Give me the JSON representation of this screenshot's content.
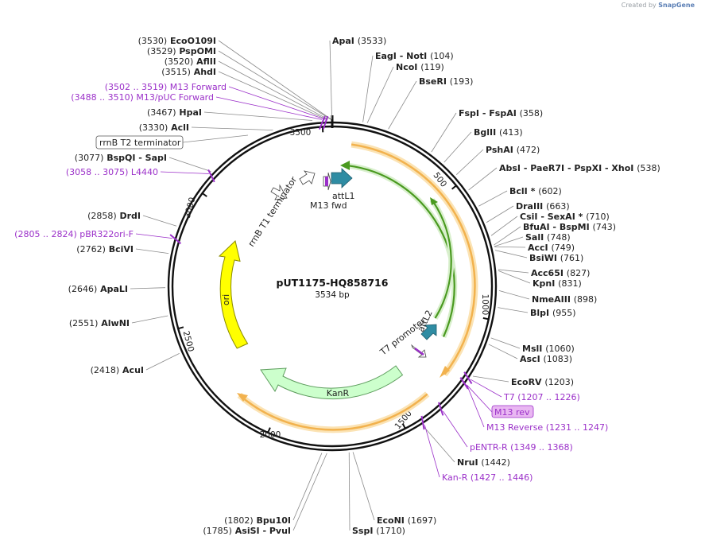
{
  "credit": {
    "prefix": "Created by",
    "brand": "SnapGene"
  },
  "plasmid": {
    "name": "pUT1175-HQ858716",
    "size_label": "3534 bp",
    "length": 3534
  },
  "ticks": [
    {
      "pos": 500,
      "label": "500"
    },
    {
      "pos": 1000,
      "label": "1000"
    },
    {
      "pos": 1500,
      "label": "1500"
    },
    {
      "pos": 2000,
      "label": "2000"
    },
    {
      "pos": 2500,
      "label": "2500"
    },
    {
      "pos": 3000,
      "label": "3000"
    },
    {
      "pos": 3500,
      "label": "3500"
    }
  ],
  "sites": [
    {
      "label": "(3530)  EcoO109I",
      "pos": 3530,
      "side": "left"
    },
    {
      "label": "(3529)  PspOMI",
      "pos": 3529,
      "side": "left"
    },
    {
      "label": "(3520)  AflII",
      "pos": 3520,
      "side": "left"
    },
    {
      "label": "(3515)  AhdI",
      "pos": 3515,
      "side": "left"
    },
    {
      "label": "(3467)  HpaI",
      "pos": 3467,
      "side": "left"
    },
    {
      "label": "(3330)  AclI",
      "pos": 3330,
      "side": "left"
    },
    {
      "label": "(3077)  BspQI  - SapI",
      "pos": 3077,
      "side": "left"
    },
    {
      "label": "(2858)  DrdI",
      "pos": 2858,
      "side": "left"
    },
    {
      "label": "(2762)  BciVI",
      "pos": 2762,
      "side": "left"
    },
    {
      "label": "(2646)  ApaLI",
      "pos": 2646,
      "side": "left"
    },
    {
      "label": "(2551)  AlwNI",
      "pos": 2551,
      "side": "left"
    },
    {
      "label": "(2418)  AcuI",
      "pos": 2418,
      "side": "left"
    },
    {
      "label": "(1802)  Bpu10I",
      "pos": 1802,
      "side": "left"
    },
    {
      "label": "(1785)  AsiSI  - PvuI",
      "pos": 1785,
      "side": "left"
    },
    {
      "label": "ApaI   (3533)",
      "pos": 3533,
      "side": "right"
    },
    {
      "label": "EagI  - NotI   (104)",
      "pos": 104,
      "side": "right"
    },
    {
      "label": "NcoI   (119)",
      "pos": 119,
      "side": "right"
    },
    {
      "label": "BseRI   (193)",
      "pos": 193,
      "side": "right"
    },
    {
      "label": "FspI  - FspAI   (358)",
      "pos": 358,
      "side": "right"
    },
    {
      "label": "BglII   (413)",
      "pos": 413,
      "side": "right"
    },
    {
      "label": "PshAI   (472)",
      "pos": 472,
      "side": "right"
    },
    {
      "label": "AbsI  - PaeR7I  - PspXI  - XhoI   (538)",
      "pos": 538,
      "side": "right"
    },
    {
      "label": "BclI *   (602)",
      "pos": 602,
      "side": "right"
    },
    {
      "label": "DraIII   (663)",
      "pos": 663,
      "side": "right"
    },
    {
      "label": "CsiI  - SexAI *   (710)",
      "pos": 710,
      "side": "right"
    },
    {
      "label": "BfuAI  - BspMI   (743)",
      "pos": 743,
      "side": "right"
    },
    {
      "label": "SalI   (748)",
      "pos": 748,
      "side": "right"
    },
    {
      "label": "AccI   (749)",
      "pos": 749,
      "side": "right"
    },
    {
      "label": "BsiWI   (761)",
      "pos": 761,
      "side": "right"
    },
    {
      "label": "Acc65I   (827)",
      "pos": 827,
      "side": "right"
    },
    {
      "label": "KpnI   (831)",
      "pos": 831,
      "side": "right"
    },
    {
      "label": "NmeAIII   (898)",
      "pos": 898,
      "side": "right"
    },
    {
      "label": "BlpI   (955)",
      "pos": 955,
      "side": "right"
    },
    {
      "label": "MslI   (1060)",
      "pos": 1060,
      "side": "right"
    },
    {
      "label": "AscI   (1083)",
      "pos": 1083,
      "side": "right"
    },
    {
      "label": "EcoRV   (1203)",
      "pos": 1203,
      "side": "right"
    },
    {
      "label": "NruI   (1442)",
      "pos": 1442,
      "side": "right"
    },
    {
      "label": "EcoNI   (1697)",
      "pos": 1697,
      "side": "right"
    },
    {
      "label": "SspI   (1710)",
      "pos": 1710,
      "side": "right"
    }
  ],
  "primers": [
    {
      "label": "(3502 .. 3519)  M13 Forward",
      "start": 3502,
      "end": 3519
    },
    {
      "label": "(3488 .. 3510)  M13/pUC Forward",
      "start": 3488,
      "end": 3510
    },
    {
      "label": "(3058 .. 3075)  L4440",
      "start": 3058,
      "end": 3075
    },
    {
      "label": "(2805 .. 2824)  pBR322ori-F",
      "start": 2805,
      "end": 2824
    },
    {
      "label": "T7   (1207 .. 1226)",
      "start": 1207,
      "end": 1226
    },
    {
      "label": "M13 rev",
      "start": 1231,
      "end": 1247
    },
    {
      "label": "M13 Reverse   (1231 .. 1247)",
      "start": 1231,
      "end": 1247
    },
    {
      "label": "pENTR-R   (1349 .. 1368)",
      "start": 1349,
      "end": 1368
    },
    {
      "label": "Kan-R   (1427 .. 1446)",
      "start": 1427,
      "end": 1446
    }
  ],
  "features": [
    {
      "label": "ori",
      "color": "#ffff00",
      "stroke": "#8a8a00"
    },
    {
      "label": "KanR",
      "color": "#ccffcc",
      "stroke": "#5f9e5f"
    },
    {
      "label": "attL1",
      "color": "#2f8ca3"
    },
    {
      "label": "attL2",
      "color": "#2f8ca3"
    },
    {
      "label": "M13 fwd",
      "color": "#ffffff"
    },
    {
      "label": "T7 promoter",
      "color": "#ffffff"
    },
    {
      "label": "rrnB T1 terminator",
      "color": "#ffffff"
    },
    {
      "label": "rrnB T2 terminator",
      "color": "#ffffff"
    }
  ],
  "colors": {
    "orf": "#f2b24e",
    "orf_glow": "#fbe3b4",
    "green_arc": "#4a9a20",
    "primer": "#9b30c9"
  }
}
